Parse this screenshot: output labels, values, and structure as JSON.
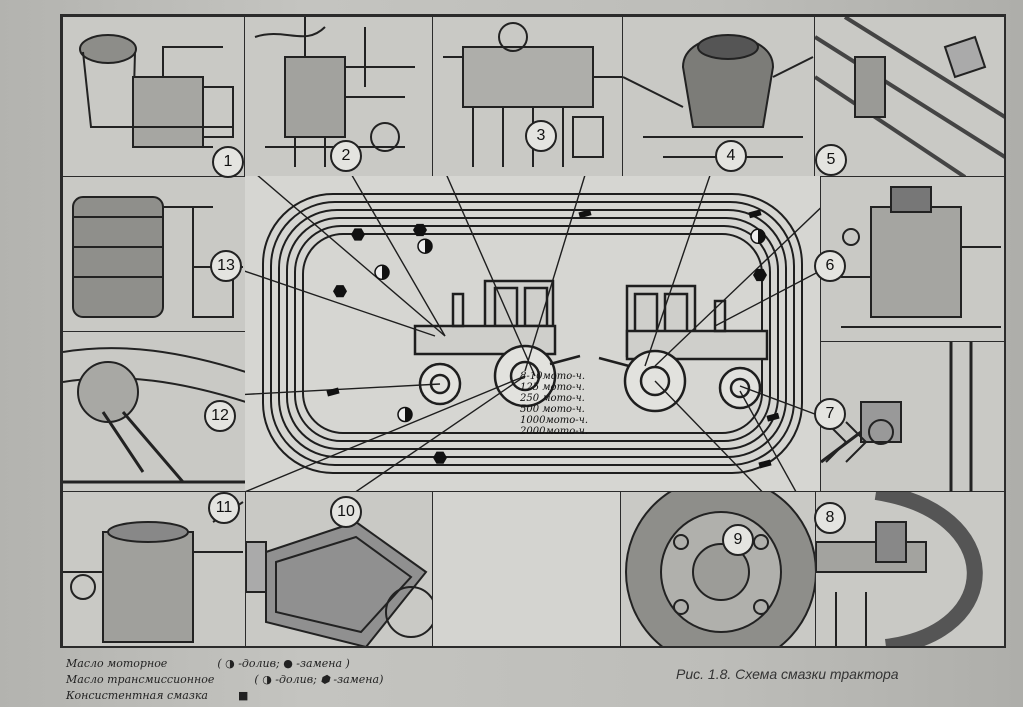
{
  "caption": "Рис. 1.8. Схема смазки трактора",
  "intervals": [
    "8-10мото-ч.",
    "125 мото-ч.",
    "250 мото-ч.",
    "500 мото-ч.",
    "1000мото-ч.",
    "2000мото-ч."
  ],
  "callouts": [
    "1",
    "2",
    "3",
    "4",
    "5",
    "6",
    "7",
    "8",
    "9",
    "10",
    "11",
    "12",
    "13"
  ],
  "legend": {
    "motor_oil": "Масло моторное",
    "motor_oil_symbols": "( ◑ -долив;  ● -замена )",
    "transmission_oil": "Масло трансмиссионное",
    "transmission_oil_symbols": "( ◑ -долив;  ⬢ -замена)",
    "grease": "Консистентная смазка",
    "grease_symbol": "■"
  },
  "icons": {
    "partial_fill": "half-circle-icon",
    "replace_round": "filled-circle-icon",
    "replace_hex": "filled-hexagon-icon",
    "grease": "filled-square-icon"
  },
  "colors": {
    "ink": "#1e1e1e",
    "paper": "#d2d2ce"
  }
}
